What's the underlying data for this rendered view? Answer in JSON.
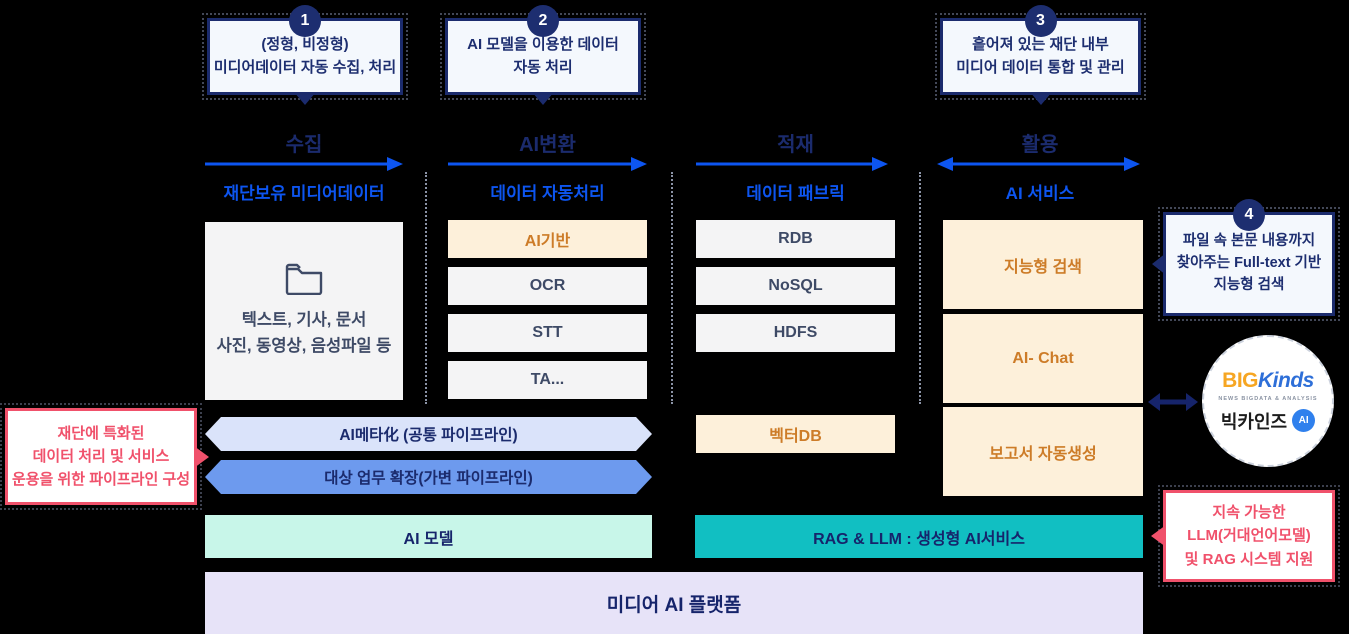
{
  "colors": {
    "background": "#000000",
    "navy": "#1b2b6d",
    "flow_blue": "#0d55f0",
    "orange_text": "#cd7c28",
    "peach_bg": "#fdf0da",
    "gray_bg": "#f4f4f5",
    "pink": "#f0516b",
    "teal": "#11bfc2",
    "mint": "#c8f6e9",
    "lavender": "#e7e3f8",
    "pipeline_light": "#dae3fa",
    "pipeline_blue": "#6d9aee"
  },
  "callouts": {
    "step1": {
      "number": "1",
      "text": "(정형, 비정형)\n미디어데이터 자동 수집, 처리"
    },
    "step2": {
      "number": "2",
      "text": "AI 모델을 이용한 데이터\n자동 처리"
    },
    "step3": {
      "number": "3",
      "text": "흩어져 있는 재단 내부\n미디어 데이터 통합 및 관리"
    },
    "step4": {
      "number": "4",
      "text": "파일 속 본문 내용까지\n찾아주는 Full-text 기반\n지능형 검색"
    },
    "pipeline_note": {
      "text": "재단에 특화된\n데이터 처리 및 서비스\n운용을 위한 파이프라인 구성"
    },
    "llm_note": {
      "text": "지속 가능한\nLLM(거대언어모델)\n및 RAG 시스템 지원"
    }
  },
  "columns": [
    {
      "stage": "수집",
      "title": "재단보유 미디어데이터",
      "arrow": "right"
    },
    {
      "stage": "AI변환",
      "title": "데이터 자동처리",
      "arrow": "right"
    },
    {
      "stage": "적재",
      "title": "데이터 패브릭",
      "arrow": "right"
    },
    {
      "stage": "활용",
      "title": "AI 서비스",
      "arrow": "both"
    }
  ],
  "media_sources": {
    "icon": "folder-icon",
    "text": "텍스트, 기사, 문서\n사진, 동영상, 음성파일 등"
  },
  "processing_items": [
    {
      "label": "AI기반",
      "highlight": true
    },
    {
      "label": "OCR"
    },
    {
      "label": "STT"
    },
    {
      "label": "TA..."
    }
  ],
  "fabric_items": [
    {
      "label": "RDB"
    },
    {
      "label": "NoSQL"
    },
    {
      "label": "HDFS"
    }
  ],
  "vector_db": {
    "label": "벡터DB"
  },
  "services": [
    {
      "label": "지능형 검색"
    },
    {
      "label": "AI- Chat"
    },
    {
      "label": "보고서 자동생성"
    }
  ],
  "pipelines": [
    {
      "label": "AI메타化 (공통 파이프라인)"
    },
    {
      "label": "대상 업무 확장(가변 파이프라인)"
    }
  ],
  "bottom": {
    "ai_model": "AI 모델",
    "rag_llm": "RAG & LLM : 생성형 AI서비스",
    "platform": "미디어 AI 플랫폼"
  },
  "logo": {
    "big": "BIG",
    "kinds": "Kinds",
    "tagline": "NEWS BIGDATA & ANALYSIS",
    "korean": "빅카인즈",
    "ai_badge": "AI"
  }
}
